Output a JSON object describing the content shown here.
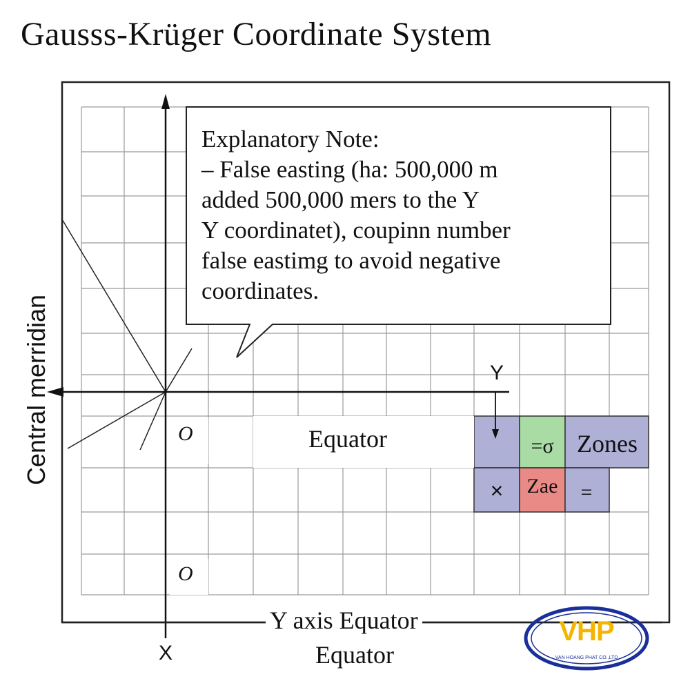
{
  "title": "Gausss-Krüger Coordinate System",
  "note": {
    "heading": "Explanatory Note:",
    "lines": [
      "– False easting (ha: 500,000 m",
      " added 500,000 mers to the Y",
      "Y coordinatet), coupinn number",
      "false eastimg to avoid negative",
      "coordinates."
    ]
  },
  "labels": {
    "central_meridian": "Central merridian",
    "origin_upper": "O",
    "origin_lower": "O",
    "equator_mid": "Equator",
    "y_legend": "Y",
    "bottom_axis": "Y axis Equator",
    "bottom_equator": "Equator",
    "x_axis": "X"
  },
  "legend": {
    "sigma": "=σ",
    "zones": "Zones",
    "zae": "Zae",
    "equals": "=",
    "x": "×"
  },
  "logo": {
    "text": "VHP",
    "subtext": "VAN HOANG PHAT CO.,LTD"
  },
  "colors": {
    "zone_blue": "#aeb0d6",
    "zone_green": "#a9dca5",
    "zone_red": "#e98a86",
    "logo_blue": "#1a2f9a",
    "logo_yellow": "#f2b600"
  }
}
